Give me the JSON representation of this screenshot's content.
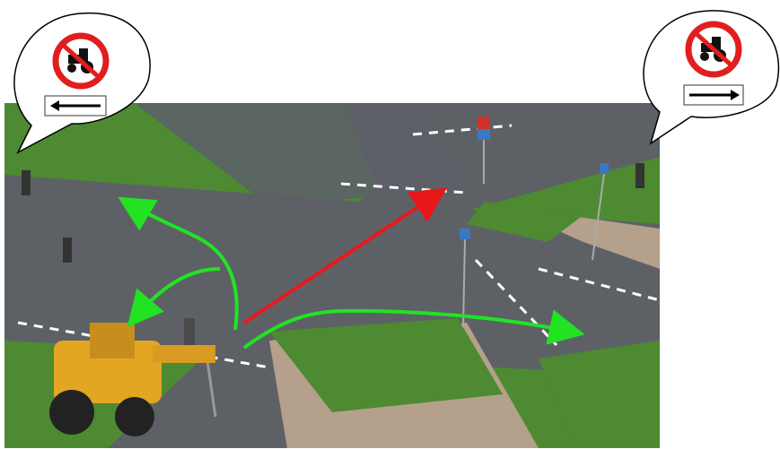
{
  "scene": {
    "description_free": true,
    "signs": {
      "left_callout": {
        "sign": "no-tractors-sign",
        "arrow_direction": "left"
      },
      "right_callout": {
        "sign": "no-tractors-sign",
        "arrow_direction": "right"
      }
    },
    "paths": {
      "straight_path_color": "#e8171c",
      "allowed_paths_color": "#22e322"
    },
    "colors": {
      "grass": "#4d8a32",
      "asphalt": "#5d6166",
      "pavement": "#b5a08c",
      "loader": "#e3a623"
    }
  }
}
